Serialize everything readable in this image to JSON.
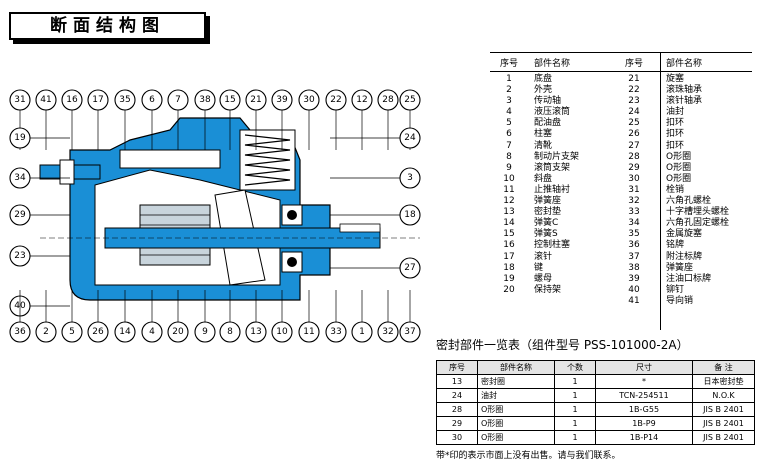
{
  "title": "断面结构图",
  "parts_table": {
    "headers": [
      "序号",
      "部件名称",
      "序号",
      "部件名称"
    ],
    "left": [
      {
        "no": "1",
        "name": "底盘"
      },
      {
        "no": "2",
        "name": "外壳"
      },
      {
        "no": "3",
        "name": "传动轴"
      },
      {
        "no": "4",
        "name": "液压滚筒"
      },
      {
        "no": "5",
        "name": "配油盘"
      },
      {
        "no": "6",
        "name": "柱塞"
      },
      {
        "no": "7",
        "name": "清靴"
      },
      {
        "no": "8",
        "name": "制动片支架"
      },
      {
        "no": "9",
        "name": "滚筒支架"
      },
      {
        "no": "10",
        "name": "斜盘"
      },
      {
        "no": "11",
        "name": "止推轴衬"
      },
      {
        "no": "12",
        "name": "弹簧座"
      },
      {
        "no": "13",
        "name": "密封垫"
      },
      {
        "no": "14",
        "name": "弹簧C"
      },
      {
        "no": "15",
        "name": "弹簧S"
      },
      {
        "no": "16",
        "name": "控制柱塞"
      },
      {
        "no": "17",
        "name": "滚针"
      },
      {
        "no": "18",
        "name": "键"
      },
      {
        "no": "19",
        "name": "螺母"
      },
      {
        "no": "20",
        "name": "保持架"
      },
      {
        "no": "",
        "name": ""
      }
    ],
    "right": [
      {
        "no": "21",
        "name": "旋塞"
      },
      {
        "no": "22",
        "name": "滚珠轴承"
      },
      {
        "no": "23",
        "name": "滚针轴承"
      },
      {
        "no": "24",
        "name": "油封"
      },
      {
        "no": "25",
        "name": "扣环"
      },
      {
        "no": "26",
        "name": "扣环"
      },
      {
        "no": "27",
        "name": "扣环"
      },
      {
        "no": "28",
        "name": "O形圈"
      },
      {
        "no": "29",
        "name": "O形圈"
      },
      {
        "no": "30",
        "name": "O形圈"
      },
      {
        "no": "31",
        "name": "栓销"
      },
      {
        "no": "32",
        "name": "六角孔螺栓"
      },
      {
        "no": "33",
        "name": "十字槽埋头螺栓"
      },
      {
        "no": "34",
        "name": "六角孔固定螺栓"
      },
      {
        "no": "35",
        "name": "金属旋塞"
      },
      {
        "no": "36",
        "name": "铭牌"
      },
      {
        "no": "37",
        "name": "附注标牌"
      },
      {
        "no": "38",
        "name": "弹簧座"
      },
      {
        "no": "39",
        "name": "注油口标牌"
      },
      {
        "no": "40",
        "name": "铆钉"
      },
      {
        "no": "41",
        "name": "导向销"
      }
    ]
  },
  "seal_kit": {
    "title": "密封部件一览表（组件型号 PSS-101000-2A）",
    "headers": [
      "序号",
      "部件名称",
      "个数",
      "尺寸",
      "备 注"
    ],
    "rows": [
      [
        "13",
        "密封圈",
        "1",
        "*",
        "日本密封垫"
      ],
      [
        "24",
        "油封",
        "1",
        "TCN-254511",
        "N.O.K"
      ],
      [
        "28",
        "O形圈",
        "1",
        "1B-G55",
        "JIS B 2401"
      ],
      [
        "29",
        "O形圈",
        "1",
        "1B-P9",
        "JIS B 2401"
      ],
      [
        "30",
        "O形圈",
        "1",
        "1B-P14",
        "JIS B 2401"
      ]
    ],
    "note": "带*印的表示市面上没有出售。请与我们联系。"
  },
  "callouts": {
    "top": [
      "31",
      "41",
      "16",
      "17",
      "35",
      "6",
      "7",
      "38",
      "15",
      "21",
      "39",
      "30",
      "22",
      "12",
      "28",
      "25"
    ],
    "left": [
      "19",
      "34",
      "29",
      "23",
      "40"
    ],
    "right": [
      "24",
      "3",
      "18",
      "27"
    ],
    "bottom": [
      "36",
      "2",
      "5",
      "26",
      "14",
      "4",
      "20",
      "9",
      "8",
      "13",
      "10",
      "11",
      "33",
      "1",
      "32",
      "37"
    ]
  },
  "colors": {
    "body_fill": "#1a8fd6",
    "outline": "#000000",
    "part_light": "#ffffff",
    "accent_gray": "#c8d4dc"
  }
}
